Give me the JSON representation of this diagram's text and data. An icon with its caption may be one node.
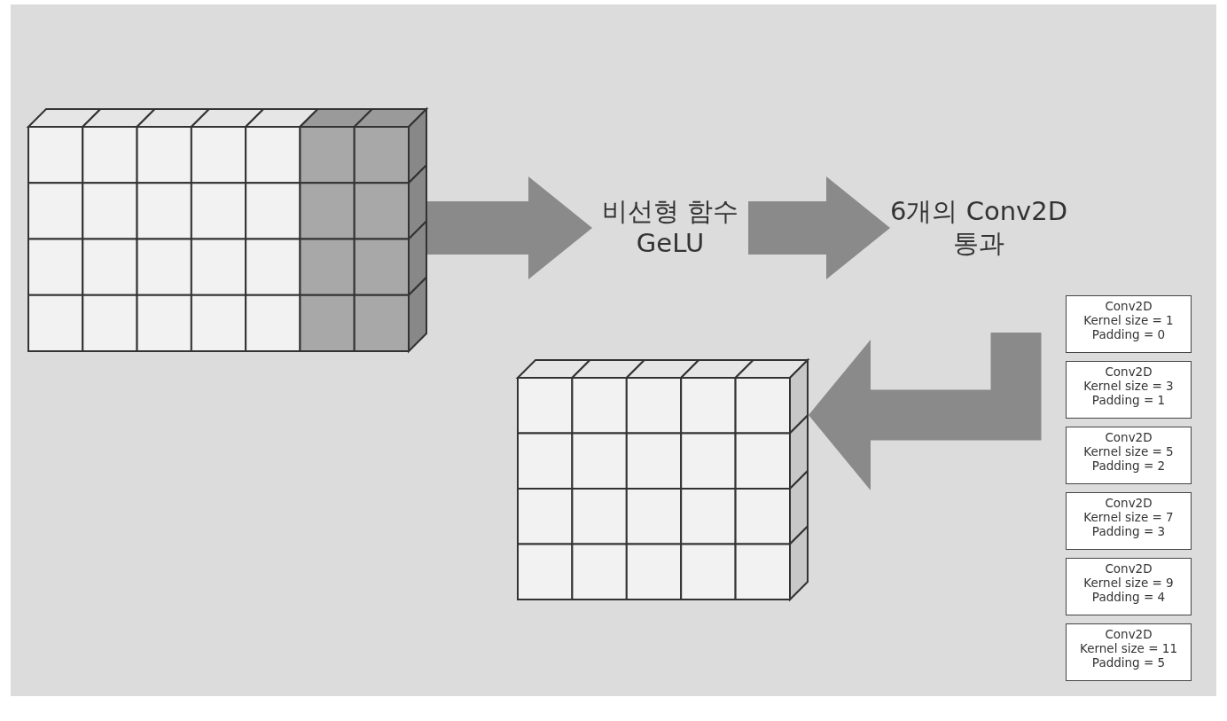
{
  "diagram": {
    "nodes": [
      {
        "text": [],
        "shape": "picture"
      },
      {
        "text": [
          "비선형 함수 GeLU"
        ]
      },
      {
        "text": [
          "6개의 Conv2D 통과"
        ]
      },
      {
        "text": [
          "Conv2D",
          "Kernel size = 1",
          "Padding = 0"
        ]
      },
      {
        "text": [
          "Conv2D",
          "Kernel size = 3",
          "Padding = 1"
        ]
      },
      {
        "text": [
          "Conv2D",
          "Kernel size = 5",
          "Padding = 2"
        ]
      },
      {
        "text": [
          "Conv2D",
          "Kernel size = 7",
          "Padding = 3"
        ]
      },
      {
        "text": [
          "Conv2D",
          "Kernel size = 9",
          "Padding = 4"
        ]
      },
      {
        "text": [
          "Conv2D",
          "Kernel size = 11",
          "Padding = 5"
        ]
      },
      {
        "text": [],
        "shape": "picture"
      }
    ],
    "edges": [
      {
        "from": 0,
        "to": 1,
        "arrow": "to"
      },
      {
        "from": 1,
        "to": 2,
        "arrow": "to"
      },
      {
        "from": null,
        "to": 9,
        "arrow": "to"
      }
    ]
  }
}
